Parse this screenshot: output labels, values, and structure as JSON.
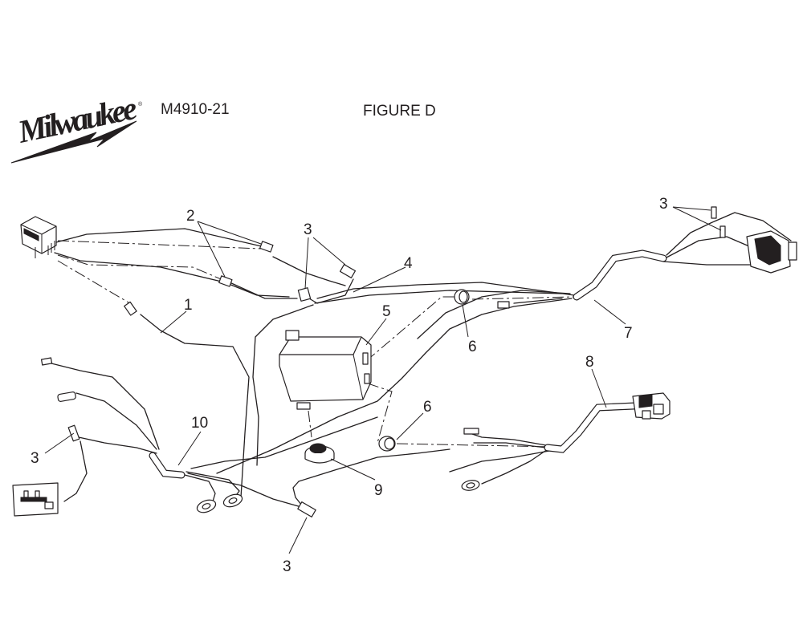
{
  "header": {
    "brand": "Milwaukee",
    "model": "M4910-21",
    "figure": "FIGURE D"
  },
  "callouts": [
    "1",
    "2",
    "3",
    "3",
    "3",
    "3",
    "4",
    "5",
    "6",
    "6",
    "7",
    "8",
    "9",
    "10"
  ],
  "colors": {
    "line": "#231f20",
    "background": "#ffffff"
  }
}
